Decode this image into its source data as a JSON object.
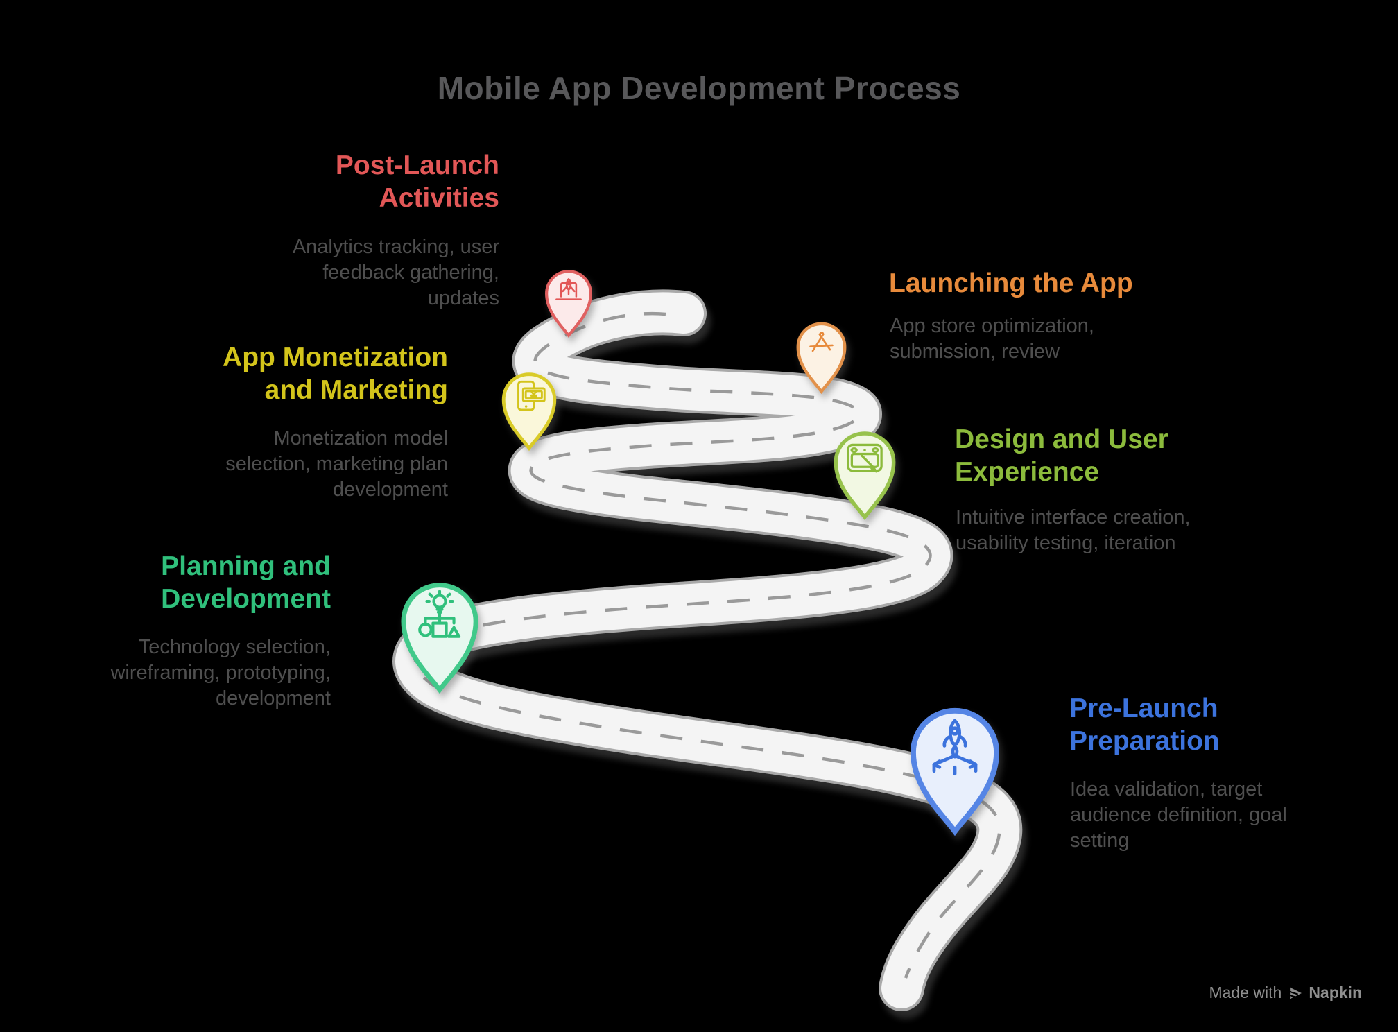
{
  "title": "Mobile App Development Process",
  "colors": {
    "background": "#000000",
    "title": "#58585A",
    "description": "#4F4F4F",
    "watermark": "#8E8E8E"
  },
  "road": {
    "surface": "#F4F4F4",
    "edge": "#A9A9A9",
    "dash": "#9A9A9A",
    "shadow": "#6E6E6E"
  },
  "stages": [
    {
      "id": "post-launch",
      "title_lines": [
        "Post-Launch",
        "Activities"
      ],
      "desc_lines": [
        "Analytics tracking, user",
        "feedback gathering,",
        "updates"
      ],
      "color": "#E25757",
      "pin_stroke": "#E06060",
      "pin_fill": "#FCEAEA",
      "icon": "laptop-rocket"
    },
    {
      "id": "app-monetization",
      "title_lines": [
        "App Monetization",
        "and Marketing"
      ],
      "desc_lines": [
        "Monetization model",
        "selection, marketing plan",
        "development"
      ],
      "color": "#D3C41B",
      "pin_stroke": "#D9CB28",
      "pin_fill": "#FAF7DA",
      "icon": "phone-banknote"
    },
    {
      "id": "launching-the-app",
      "title_lines": [
        "Launching the App"
      ],
      "desc_lines": [
        "App store optimization,",
        "submission, review"
      ],
      "color": "#E78A3B",
      "pin_stroke": "#E2914A",
      "pin_fill": "#FCF2E4",
      "icon": "app-store"
    },
    {
      "id": "design-ux",
      "title_lines": [
        "Design and User",
        "Experience"
      ],
      "desc_lines": [
        "Intuitive interface creation,",
        "usability testing, iteration"
      ],
      "color": "#8CBB3C",
      "pin_stroke": "#97C24C",
      "pin_fill": "#F2F8E3",
      "icon": "tablet-pen"
    },
    {
      "id": "planning-development",
      "title_lines": [
        "Planning and",
        "Development"
      ],
      "desc_lines": [
        "Technology selection,",
        "wireframing, prototyping,",
        "development"
      ],
      "color": "#30C07C",
      "pin_stroke": "#41C98A",
      "pin_fill": "#E7F8EF",
      "icon": "idea-flowchart"
    },
    {
      "id": "pre-launch",
      "title_lines": [
        "Pre-Launch",
        "Preparation"
      ],
      "desc_lines": [
        "Idea validation, target",
        "audience definition, goal",
        "setting"
      ],
      "color": "#3C73DD",
      "pin_stroke": "#5585E5",
      "pin_fill": "#E8EFFC",
      "icon": "rocket-launch"
    }
  ],
  "watermark": {
    "text": "Made with",
    "brand": "Napkin"
  }
}
